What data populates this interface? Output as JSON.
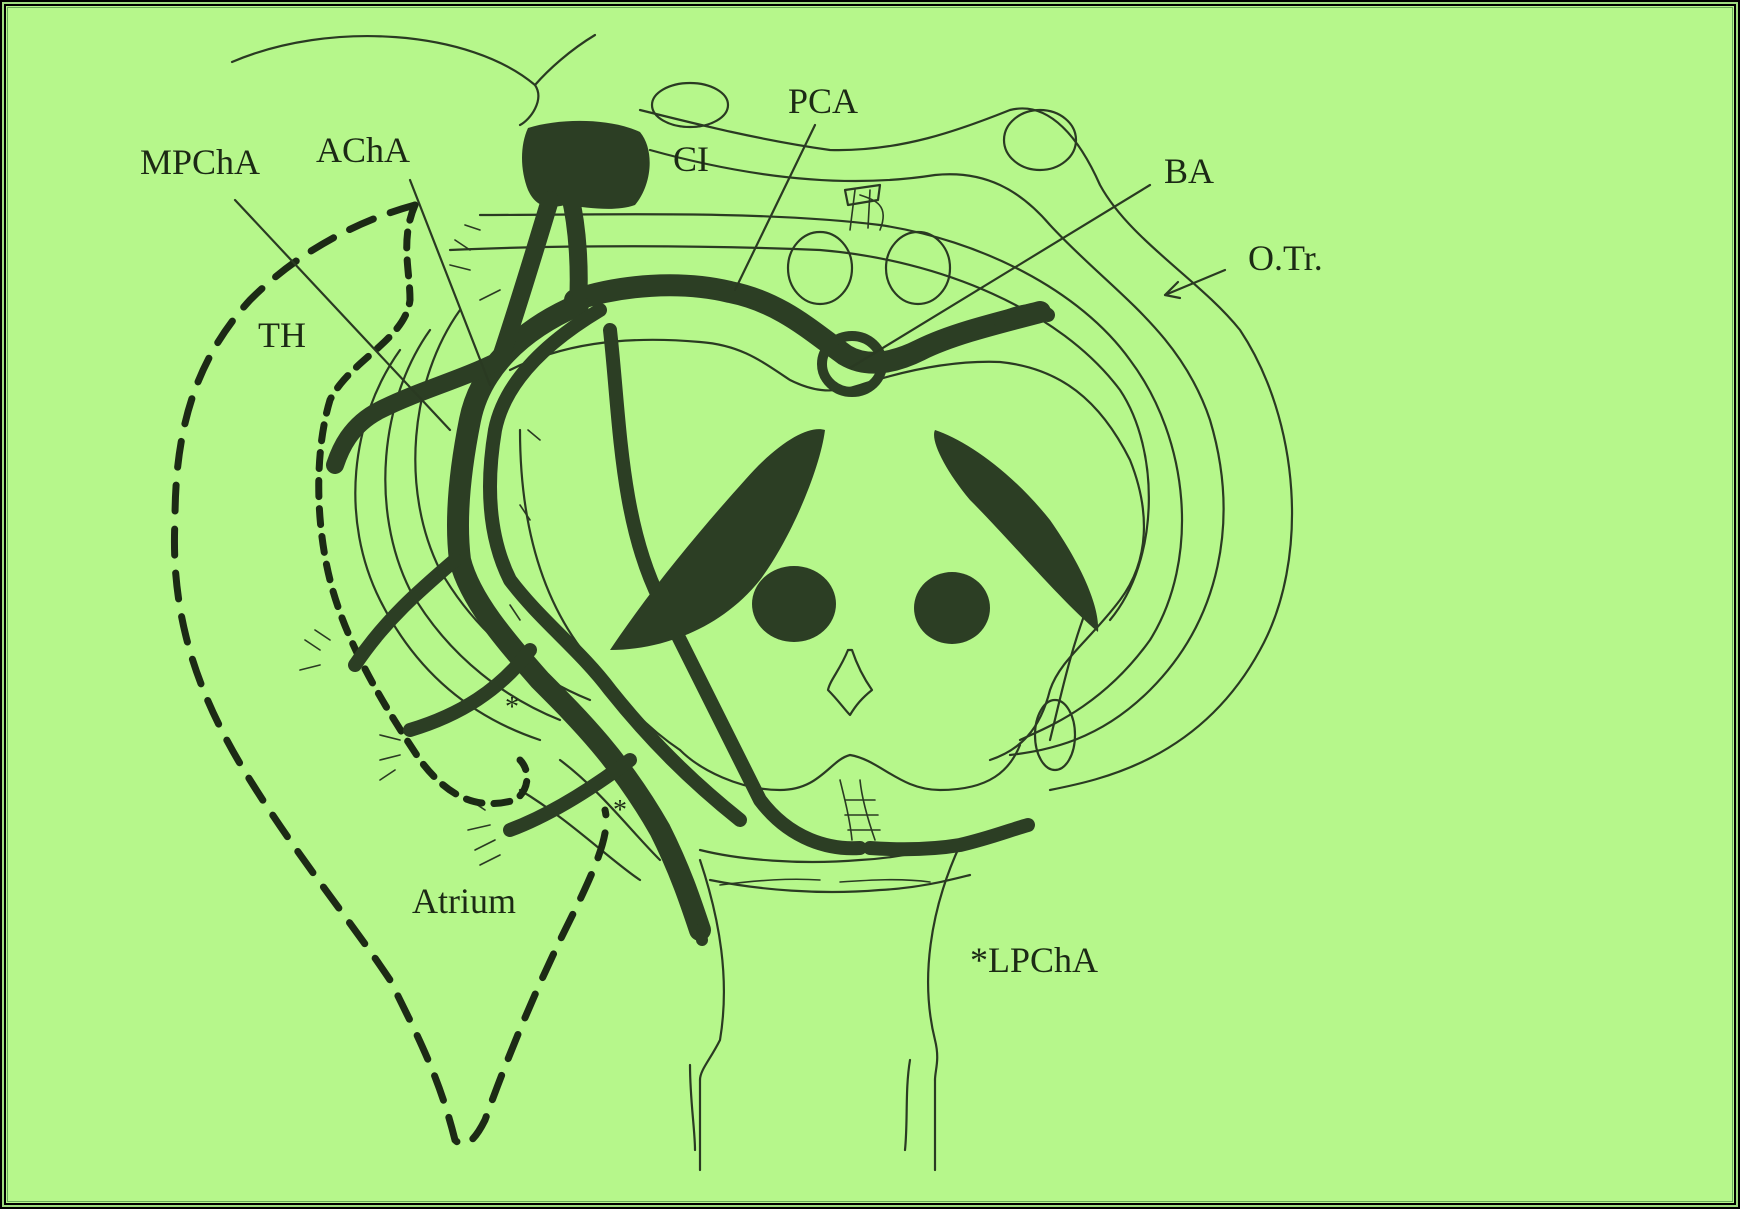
{
  "colors": {
    "background": "#b6f78b",
    "vessel": "#2c3e24",
    "line": "#2a3a22",
    "frame": "#000000"
  },
  "labels": {
    "pca": "PCA",
    "mpcha": "MPChA",
    "acha": "AChA",
    "ci": "CI",
    "ba": "BA",
    "otr": "O.Tr.",
    "th": "TH",
    "atrium": "Atrium",
    "lpcha": "*LPChA",
    "asterisk": "*"
  }
}
